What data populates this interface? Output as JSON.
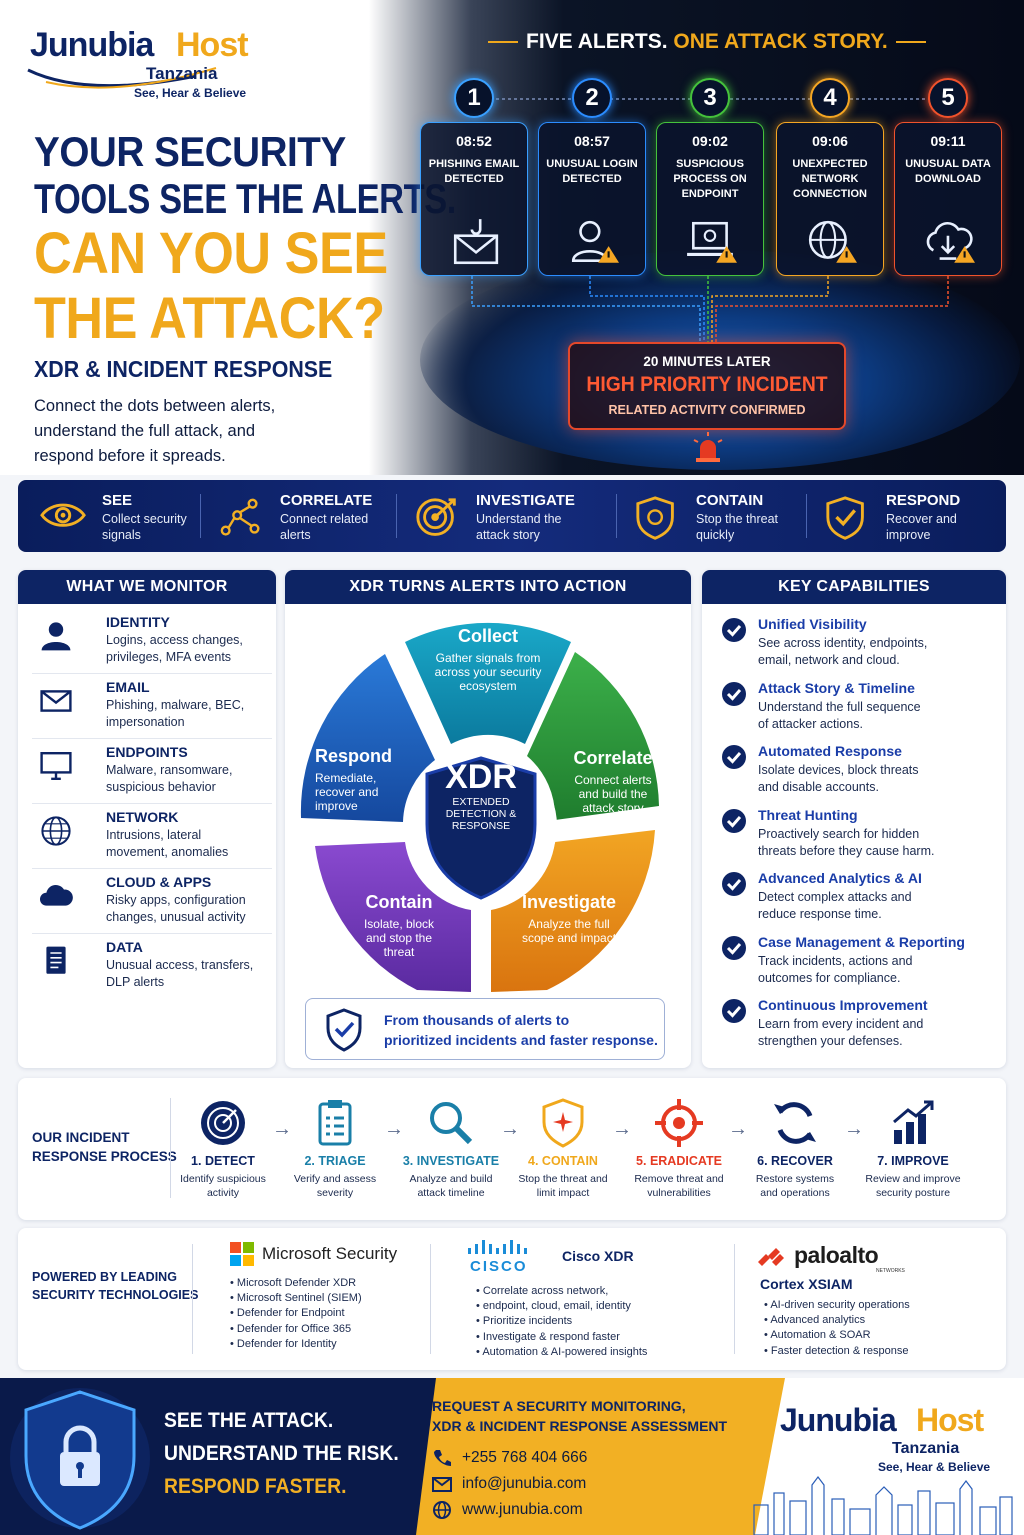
{
  "brand": {
    "name_part1": "Junubia",
    "name_part2": "Host",
    "country": "Tanzania",
    "tagline": "See, Hear & Believe"
  },
  "hero": {
    "line1": "YOUR SECURITY",
    "line2": "TOOLS SEE THE ALERTS.",
    "line3": "CAN YOU SEE",
    "line4": "THE ATTACK?",
    "subtitle": "XDR & INCIDENT RESPONSE",
    "body_l1": "Connect the dots between alerts,",
    "body_l2": "understand the full attack, and",
    "body_l3": "respond before it spreads."
  },
  "timeline": {
    "title_a": "FIVE ALERTS.",
    "title_b": "ONE ATTACK STORY.",
    "alerts": [
      {
        "num": "1",
        "time": "08:52",
        "l1": "PHISHING EMAIL",
        "l2": "DETECTED",
        "l3": "",
        "color": "#3aa0ff",
        "icon": "email-hook-icon"
      },
      {
        "num": "2",
        "time": "08:57",
        "l1": "UNUSUAL LOGIN",
        "l2": "DETECTED",
        "l3": "",
        "color": "#2b8cff",
        "icon": "user-warning-icon"
      },
      {
        "num": "3",
        "time": "09:02",
        "l1": "SUSPICIOUS",
        "l2": "PROCESS ON",
        "l3": "ENDPOINT",
        "color": "#45c23c",
        "icon": "laptop-warning-icon"
      },
      {
        "num": "4",
        "time": "09:06",
        "l1": "UNEXPECTED",
        "l2": "NETWORK",
        "l3": "CONNECTION",
        "color": "#f5a623",
        "icon": "globe-warning-icon"
      },
      {
        "num": "5",
        "time": "09:11",
        "l1": "UNUSUAL DATA",
        "l2": "DOWNLOAD",
        "l3": "",
        "color": "#f0522c",
        "icon": "cloud-download-icon"
      }
    ],
    "incident_pre": "20 MINUTES LATER",
    "incident_title": "HIGH PRIORITY INCIDENT",
    "incident_sub": "RELATED ACTIVITY CONFIRMED"
  },
  "steps": [
    {
      "title": "SEE",
      "s1": "Collect security",
      "s2": "signals",
      "icon": "eye-icon"
    },
    {
      "title": "CORRELATE",
      "s1": "Connect related",
      "s2": "alerts",
      "icon": "nodes-icon"
    },
    {
      "title": "INVESTIGATE",
      "s1": "Understand the",
      "s2": "attack story",
      "icon": "target-icon"
    },
    {
      "title": "CONTAIN",
      "s1": "Stop the threat",
      "s2": "quickly",
      "icon": "shield-icon"
    },
    {
      "title": "RESPOND",
      "s1": "Recover and",
      "s2": "improve",
      "icon": "check-shield-icon"
    }
  ],
  "monitor": {
    "heading": "WHAT WE MONITOR",
    "items": [
      {
        "title": "IDENTITY",
        "d1": "Logins, access changes,",
        "d2": "privileges, MFA events",
        "icon": "user-icon"
      },
      {
        "title": "EMAIL",
        "d1": "Phishing, malware, BEC,",
        "d2": "impersonation",
        "icon": "envelope-icon"
      },
      {
        "title": "ENDPOINTS",
        "d1": "Malware, ransomware,",
        "d2": "suspicious behavior",
        "icon": "monitor-icon"
      },
      {
        "title": "NETWORK",
        "d1": "Intrusions, lateral",
        "d2": "movement, anomalies",
        "icon": "globe-icon"
      },
      {
        "title": "CLOUD & APPS",
        "d1": "Risky apps, configuration",
        "d2": "changes, unusual activity",
        "icon": "cloud-icon"
      },
      {
        "title": "DATA",
        "d1": "Unusual access, transfers,",
        "d2": "DLP alerts",
        "icon": "document-icon"
      }
    ]
  },
  "xdr": {
    "heading": "XDR TURNS ALERTS INTO ACTION",
    "center_title": "XDR",
    "center_l1": "EXTENDED",
    "center_l2": "DETECTION &",
    "center_l3": "RESPONSE",
    "segments": {
      "collect": {
        "title": "Collect",
        "l1": "Gather signals from",
        "l2": "across your security",
        "l3": "ecosystem"
      },
      "correlate": {
        "title": "Correlate",
        "l1": "Connect alerts",
        "l2": "and build the",
        "l3": "attack story"
      },
      "investigate": {
        "title": "Investigate",
        "l1": "Analyze the full",
        "l2": "scope and impact"
      },
      "contain": {
        "title": "Contain",
        "l1": "Isolate, block",
        "l2": "and stop the",
        "l3": "threat"
      },
      "respond": {
        "title": "Respond",
        "l1": "Remediate,",
        "l2": "recover and",
        "l3": "improve"
      }
    },
    "banner_l1": "From thousands of alerts to",
    "banner_l2": "prioritized incidents and faster response."
  },
  "capabilities": {
    "heading": "KEY CAPABILITIES",
    "items": [
      {
        "title": "Unified Visibility",
        "d1": "See across identity, endpoints,",
        "d2": "email, network and cloud."
      },
      {
        "title": "Attack Story & Timeline",
        "d1": "Understand the full sequence",
        "d2": "of attacker actions."
      },
      {
        "title": "Automated Response",
        "d1": "Isolate devices, block threats",
        "d2": "and disable accounts."
      },
      {
        "title": "Threat Hunting",
        "d1": "Proactively search for hidden",
        "d2": "threats before they cause harm."
      },
      {
        "title": "Advanced Analytics & AI",
        "d1": "Detect complex attacks and",
        "d2": "reduce response time."
      },
      {
        "title": "Case Management & Reporting",
        "d1": "Track incidents, actions and",
        "d2": "outcomes for compliance."
      },
      {
        "title": "Continuous Improvement",
        "d1": "Learn from every incident and",
        "d2": "strengthen your defenses."
      }
    ]
  },
  "process": {
    "label_l1": "OUR INCIDENT",
    "label_l2": "RESPONSE PROCESS",
    "steps": [
      {
        "title": "1. DETECT",
        "d1": "Identify suspicious",
        "d2": "activity",
        "color": "#0d2464",
        "icon": "radar-icon"
      },
      {
        "title": "2. TRIAGE",
        "d1": "Verify and assess",
        "d2": "severity",
        "color": "#1a7fa8",
        "icon": "clipboard-icon"
      },
      {
        "title": "3. INVESTIGATE",
        "d1": "Analyze and build",
        "d2": "attack timeline",
        "color": "#1a7fa8",
        "icon": "magnifier-icon"
      },
      {
        "title": "4. CONTAIN",
        "d1": "Stop the threat and",
        "d2": "limit impact",
        "color": "#f0a81c",
        "icon": "shield-star-icon"
      },
      {
        "title": "5. ERADICATE",
        "d1": "Remove threat and",
        "d2": "vulnerabilities",
        "color": "#e53a22",
        "icon": "crosshair-icon"
      },
      {
        "title": "6. RECOVER",
        "d1": "Restore systems",
        "d2": "and operations",
        "color": "#0d2464",
        "icon": "refresh-icon"
      },
      {
        "title": "7. IMPROVE",
        "d1": "Review and improve",
        "d2": "security posture",
        "color": "#0d2464",
        "icon": "growth-chart-icon"
      }
    ]
  },
  "tech": {
    "label_l1": "POWERED BY LEADING",
    "label_l2": "SECURITY TECHNOLOGIES",
    "microsoft": {
      "name": "Microsoft Security",
      "items": [
        "Microsoft Defender XDR",
        "Microsoft Sentinel (SIEM)",
        "Defender for Endpoint",
        "Defender for Office 365",
        "Defender for Identity"
      ]
    },
    "cisco": {
      "logo": "CISCO",
      "name": "Cisco XDR",
      "items": [
        "Correlate across network,",
        "endpoint, cloud, email, identity",
        "Prioritize incidents",
        "Investigate & respond faster",
        "Automation & AI-powered insights"
      ]
    },
    "palo": {
      "logo": "paloalto",
      "logo_sub": "NETWORKS",
      "name": "Cortex XSIAM",
      "items": [
        "AI-driven security operations",
        "Advanced analytics",
        "Automation & SOAR",
        "Faster detection & response"
      ]
    }
  },
  "footer": {
    "l1": "SEE THE ATTACK.",
    "l2": "UNDERSTAND THE RISK.",
    "l3": "RESPOND FASTER.",
    "cta_l1": "REQUEST A SECURITY MONITORING,",
    "cta_l2": "XDR &  INCIDENT RESPONSE ASSESSMENT",
    "phone": "+255 768 404 666",
    "email": "info@junubia.com",
    "web": "www.junubia.com"
  }
}
